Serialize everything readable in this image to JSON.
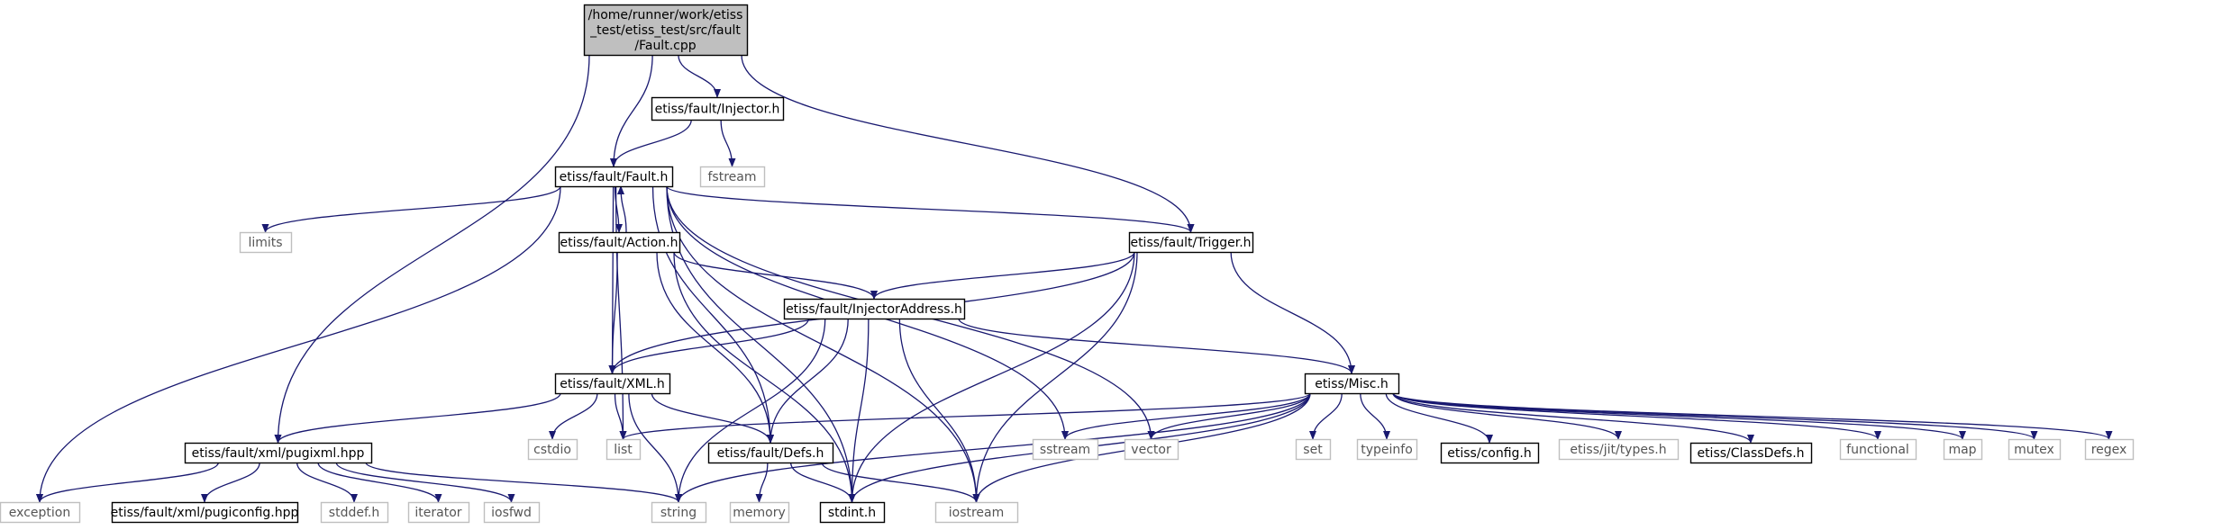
{
  "graph": {
    "edge_color": "#191970",
    "nodes": [
      {
        "id": "fault_cpp",
        "kind": "main",
        "label": [
          "/home/runner/work/etiss",
          "_test/etiss_test/src/fault",
          "/Fault.cpp"
        ]
      },
      {
        "id": "injector_h",
        "kind": "local",
        "label": [
          "etiss/fault/Injector.h"
        ]
      },
      {
        "id": "fstream",
        "kind": "sys",
        "label": [
          "fstream"
        ]
      },
      {
        "id": "fault_h",
        "kind": "local",
        "label": [
          "etiss/fault/Fault.h"
        ]
      },
      {
        "id": "limits",
        "kind": "sys",
        "label": [
          "limits"
        ]
      },
      {
        "id": "action_h",
        "kind": "local",
        "label": [
          "etiss/fault/Action.h"
        ]
      },
      {
        "id": "trigger_h",
        "kind": "local",
        "label": [
          "etiss/fault/Trigger.h"
        ]
      },
      {
        "id": "injaddr_h",
        "kind": "local",
        "label": [
          "etiss/fault/InjectorAddress.h"
        ]
      },
      {
        "id": "xml_h",
        "kind": "local",
        "label": [
          "etiss/fault/XML.h"
        ]
      },
      {
        "id": "misc_h",
        "kind": "local",
        "label": [
          "etiss/Misc.h"
        ]
      },
      {
        "id": "pugixml_hpp",
        "kind": "local",
        "label": [
          "etiss/fault/xml/pugixml.hpp"
        ]
      },
      {
        "id": "cstdio",
        "kind": "sys",
        "label": [
          "cstdio"
        ]
      },
      {
        "id": "list",
        "kind": "sys",
        "label": [
          "list"
        ]
      },
      {
        "id": "defs_h",
        "kind": "local",
        "label": [
          "etiss/fault/Defs.h"
        ]
      },
      {
        "id": "sstream",
        "kind": "sys",
        "label": [
          "sstream"
        ]
      },
      {
        "id": "vector",
        "kind": "sys",
        "label": [
          "vector"
        ]
      },
      {
        "id": "set",
        "kind": "sys",
        "label": [
          "set"
        ]
      },
      {
        "id": "typeinfo",
        "kind": "sys",
        "label": [
          "typeinfo"
        ]
      },
      {
        "id": "config_h",
        "kind": "local",
        "label": [
          "etiss/config.h"
        ]
      },
      {
        "id": "jittypes_h",
        "kind": "sys",
        "label": [
          "etiss/jit/types.h"
        ]
      },
      {
        "id": "classdefs_h",
        "kind": "local",
        "label": [
          "etiss/ClassDefs.h"
        ]
      },
      {
        "id": "functional",
        "kind": "sys",
        "label": [
          "functional"
        ]
      },
      {
        "id": "map",
        "kind": "sys",
        "label": [
          "map"
        ]
      },
      {
        "id": "mutex",
        "kind": "sys",
        "label": [
          "mutex"
        ]
      },
      {
        "id": "regex",
        "kind": "sys",
        "label": [
          "regex"
        ]
      },
      {
        "id": "exception",
        "kind": "sys",
        "label": [
          "exception"
        ]
      },
      {
        "id": "pugiconfig_hpp",
        "kind": "local",
        "label": [
          "etiss/fault/xml/pugiconfig.hpp"
        ]
      },
      {
        "id": "stddef_h",
        "kind": "sys",
        "label": [
          "stddef.h"
        ]
      },
      {
        "id": "iterator",
        "kind": "sys",
        "label": [
          "iterator"
        ]
      },
      {
        "id": "iosfwd",
        "kind": "sys",
        "label": [
          "iosfwd"
        ]
      },
      {
        "id": "string",
        "kind": "sys",
        "label": [
          "string"
        ]
      },
      {
        "id": "memory",
        "kind": "sys",
        "label": [
          "memory"
        ]
      },
      {
        "id": "stdint_h",
        "kind": "local",
        "label": [
          "stdint.h"
        ]
      },
      {
        "id": "iostream",
        "kind": "sys",
        "label": [
          "iostream"
        ]
      }
    ],
    "edges": [
      [
        "fault_cpp",
        "injector_h"
      ],
      [
        "fault_cpp",
        "fault_h"
      ],
      [
        "fault_cpp",
        "trigger_h"
      ],
      [
        "fault_cpp",
        "pugixml_hpp"
      ],
      [
        "injector_h",
        "fault_h"
      ],
      [
        "injector_h",
        "fstream"
      ],
      [
        "fault_h",
        "limits"
      ],
      [
        "fault_h",
        "action_h"
      ],
      [
        "fault_h",
        "trigger_h"
      ],
      [
        "fault_h",
        "xml_h"
      ],
      [
        "fault_h",
        "defs_h"
      ],
      [
        "fault_h",
        "list"
      ],
      [
        "fault_h",
        "sstream"
      ],
      [
        "fault_h",
        "vector"
      ],
      [
        "fault_h",
        "exception"
      ],
      [
        "fault_h",
        "stdint_h"
      ],
      [
        "fault_h",
        "iostream"
      ],
      [
        "action_h",
        "fault_h"
      ],
      [
        "action_h",
        "injaddr_h"
      ],
      [
        "action_h",
        "xml_h"
      ],
      [
        "action_h",
        "defs_h"
      ],
      [
        "action_h",
        "stdint_h"
      ],
      [
        "trigger_h",
        "injaddr_h"
      ],
      [
        "trigger_h",
        "xml_h"
      ],
      [
        "trigger_h",
        "misc_h"
      ],
      [
        "trigger_h",
        "stdint_h"
      ],
      [
        "trigger_h",
        "iostream"
      ],
      [
        "injaddr_h",
        "xml_h"
      ],
      [
        "injaddr_h",
        "defs_h"
      ],
      [
        "injaddr_h",
        "misc_h"
      ],
      [
        "injaddr_h",
        "stdint_h"
      ],
      [
        "injaddr_h",
        "string"
      ],
      [
        "injaddr_h",
        "iostream"
      ],
      [
        "xml_h",
        "pugixml_hpp"
      ],
      [
        "xml_h",
        "cstdio"
      ],
      [
        "xml_h",
        "list"
      ],
      [
        "xml_h",
        "defs_h"
      ],
      [
        "xml_h",
        "string"
      ],
      [
        "misc_h",
        "list"
      ],
      [
        "misc_h",
        "sstream"
      ],
      [
        "misc_h",
        "vector"
      ],
      [
        "misc_h",
        "set"
      ],
      [
        "misc_h",
        "typeinfo"
      ],
      [
        "misc_h",
        "config_h"
      ],
      [
        "misc_h",
        "jittypes_h"
      ],
      [
        "misc_h",
        "classdefs_h"
      ],
      [
        "misc_h",
        "functional"
      ],
      [
        "misc_h",
        "map"
      ],
      [
        "misc_h",
        "mutex"
      ],
      [
        "misc_h",
        "regex"
      ],
      [
        "misc_h",
        "string"
      ],
      [
        "misc_h",
        "stdint_h"
      ],
      [
        "misc_h",
        "iostream"
      ],
      [
        "pugixml_hpp",
        "exception"
      ],
      [
        "pugixml_hpp",
        "pugiconfig_hpp"
      ],
      [
        "pugixml_hpp",
        "stddef_h"
      ],
      [
        "pugixml_hpp",
        "iterator"
      ],
      [
        "pugixml_hpp",
        "iosfwd"
      ],
      [
        "pugixml_hpp",
        "string"
      ],
      [
        "defs_h",
        "memory"
      ],
      [
        "defs_h",
        "stdint_h"
      ],
      [
        "defs_h",
        "iostream"
      ]
    ]
  }
}
